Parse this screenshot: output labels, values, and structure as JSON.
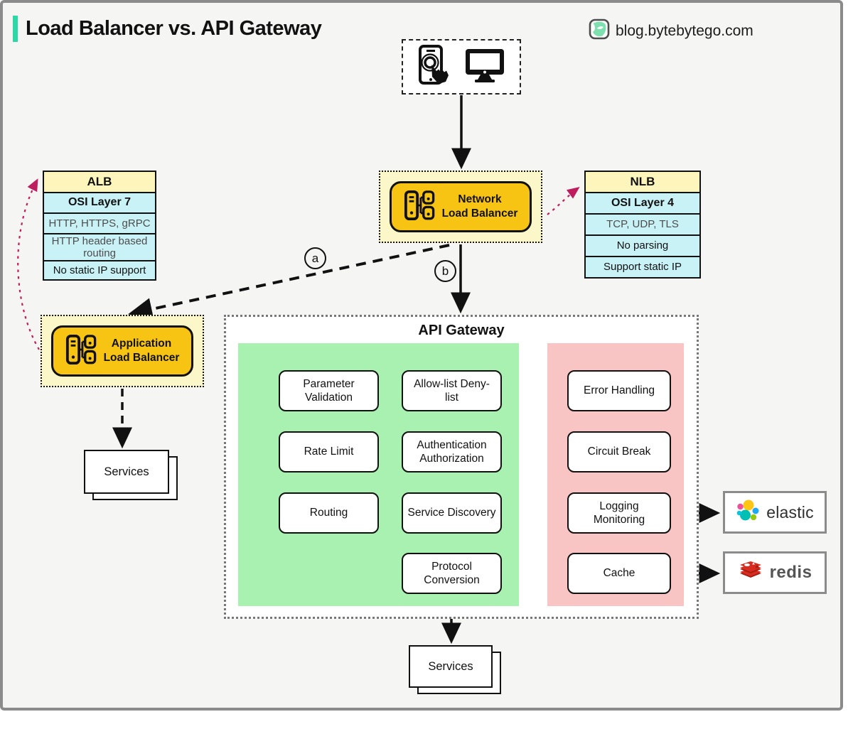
{
  "header": {
    "title": "Load Balancer vs. API Gateway",
    "brand": "blog.bytebytego.com"
  },
  "load_balancers": {
    "network": {
      "line1": "Network",
      "line2": "Load Balancer"
    },
    "application": {
      "line1": "Application",
      "line2": "Load Balancer"
    }
  },
  "alb_table": {
    "header": "ALB",
    "rows": [
      "OSI Layer 7",
      "HTTP, HTTPS, gRPC",
      "HTTP header based routing",
      "No static IP support"
    ]
  },
  "nlb_table": {
    "header": "NLB",
    "rows": [
      "OSI Layer 4",
      "TCP, UDP, TLS",
      "No parsing",
      "Support static IP"
    ]
  },
  "edge_labels": {
    "a": "a",
    "b": "b"
  },
  "api_gateway": {
    "title": "API Gateway",
    "green_boxes": [
      "Parameter Validation",
      "Allow-list Deny-list",
      "Rate Limit",
      "Authentication Authorization",
      "Routing",
      "Service Discovery",
      "Protocol Conversion"
    ],
    "pink_boxes": [
      "Error Handling",
      "Circuit Break",
      "Logging Monitoring",
      "Cache"
    ]
  },
  "services": {
    "left": "Services",
    "bottom": "Services"
  },
  "logos": {
    "elastic": "elastic",
    "redis": "redis"
  },
  "colors": {
    "accent": "#2bd9a7",
    "gold": "#f7c414",
    "pale_yellow": "#fbf7c9",
    "table_yellow": "#fcf6bd",
    "table_cyan": "#c9f2f6",
    "green_panel": "#a9f1b1",
    "pink_panel": "#f9c4c4",
    "magenta_arrow": "#be1e5e"
  }
}
